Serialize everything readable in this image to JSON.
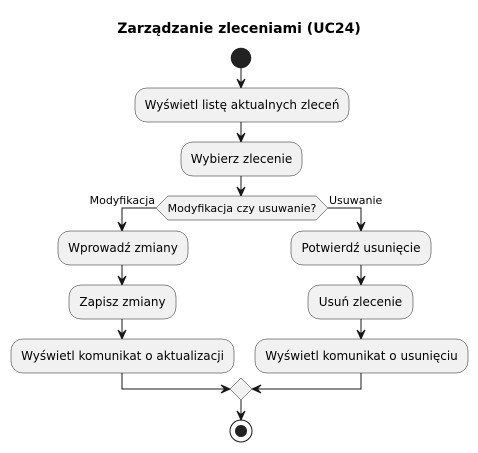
{
  "title": "Zarządzanie zleceniami (UC24)",
  "activities": {
    "show_list": "Wyświetl listę aktualnych zleceń",
    "select_order": "Wybierz zlecenie",
    "enter_changes": "Wprowadź zmiany",
    "save_changes": "Zapisz zmiany",
    "show_update_msg": "Wyświetl komunikat o aktualizacji",
    "confirm_delete": "Potwierdź usunięcie",
    "delete_order": "Usuń zlecenie",
    "show_delete_msg": "Wyświetl komunikat o usunięciu"
  },
  "decision": {
    "question": "Modyfikacja czy usuwanie?",
    "left_branch": "Modyfikacja",
    "right_branch": "Usuwanie"
  },
  "colors": {
    "node_fill": "#f1f1f1",
    "stroke": "#181818",
    "text": "#000000"
  }
}
